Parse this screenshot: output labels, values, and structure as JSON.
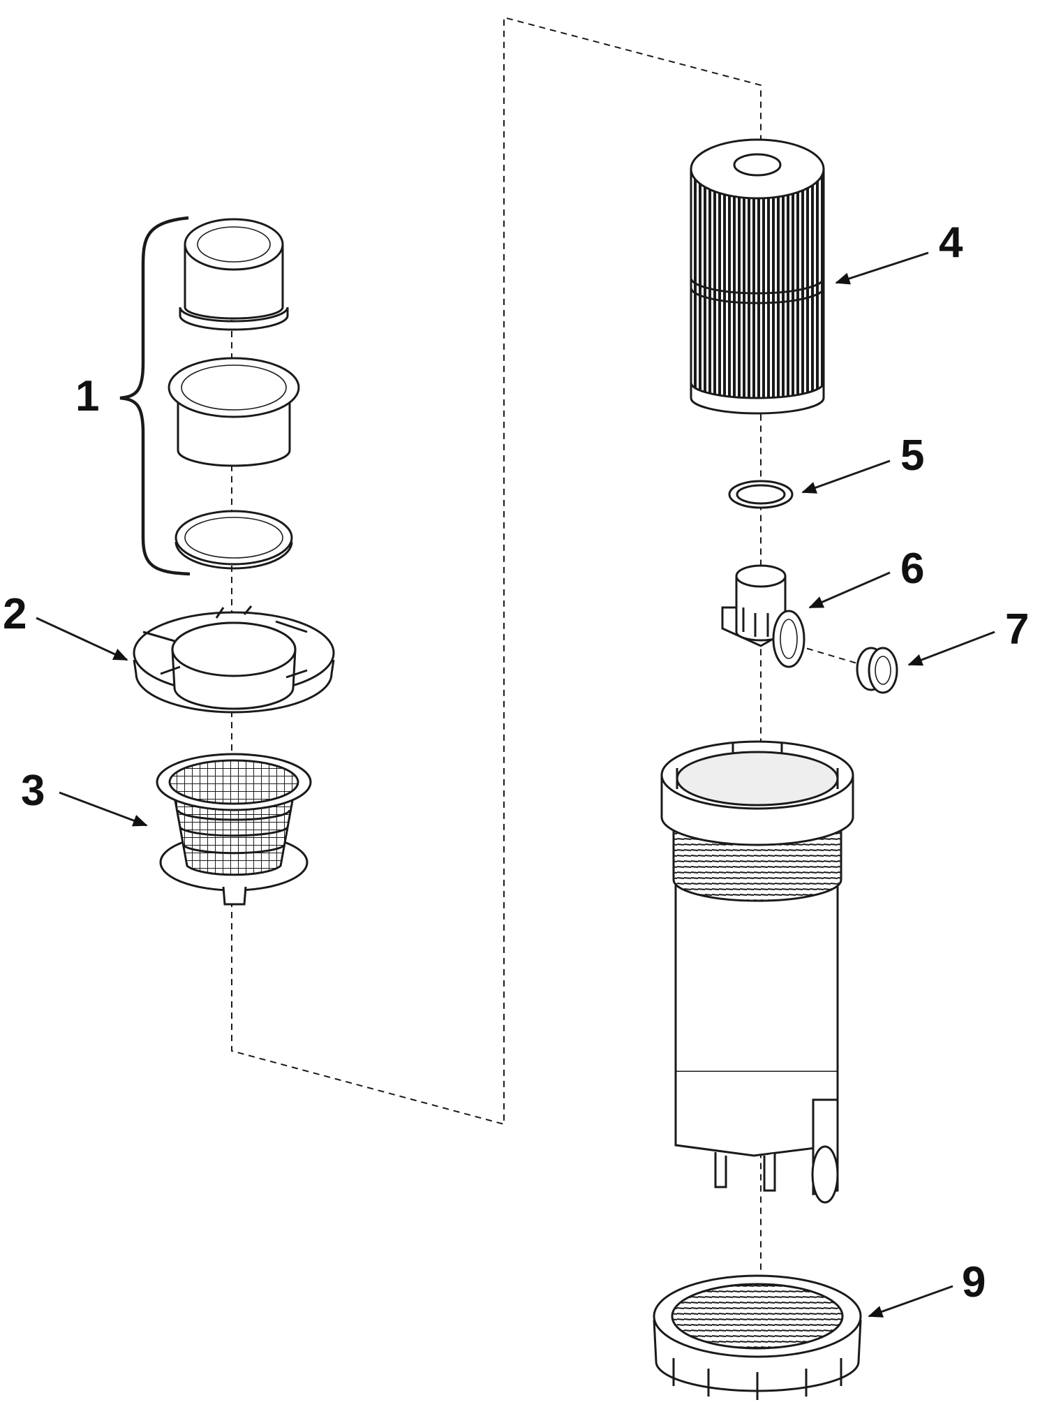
{
  "diagram": {
    "type": "exploded-parts-diagram",
    "callouts": [
      {
        "id": "1",
        "label": "1"
      },
      {
        "id": "2",
        "label": "2"
      },
      {
        "id": "3",
        "label": "3"
      },
      {
        "id": "4",
        "label": "4"
      },
      {
        "id": "5",
        "label": "5"
      },
      {
        "id": "6",
        "label": "6"
      },
      {
        "id": "7",
        "label": "7"
      },
      {
        "id": "9",
        "label": "9"
      }
    ],
    "parts": [
      {
        "callout": "1",
        "icon": "weir-collar-set-icon"
      },
      {
        "callout": "2",
        "icon": "skimmer-faceplate-icon"
      },
      {
        "callout": "3",
        "icon": "skimmer-basket-icon"
      },
      {
        "callout": "4",
        "icon": "filter-cartridge-icon"
      },
      {
        "callout": "5",
        "icon": "o-ring-icon"
      },
      {
        "callout": "6",
        "icon": "bypass-valve-icon"
      },
      {
        "callout": "7",
        "icon": "valve-plug-icon"
      },
      {
        "callout": "9",
        "icon": "lock-ring-nut-icon"
      }
    ],
    "colors": {
      "line": "#1a1a1a",
      "background": "#ffffff",
      "text": "#111111"
    }
  }
}
